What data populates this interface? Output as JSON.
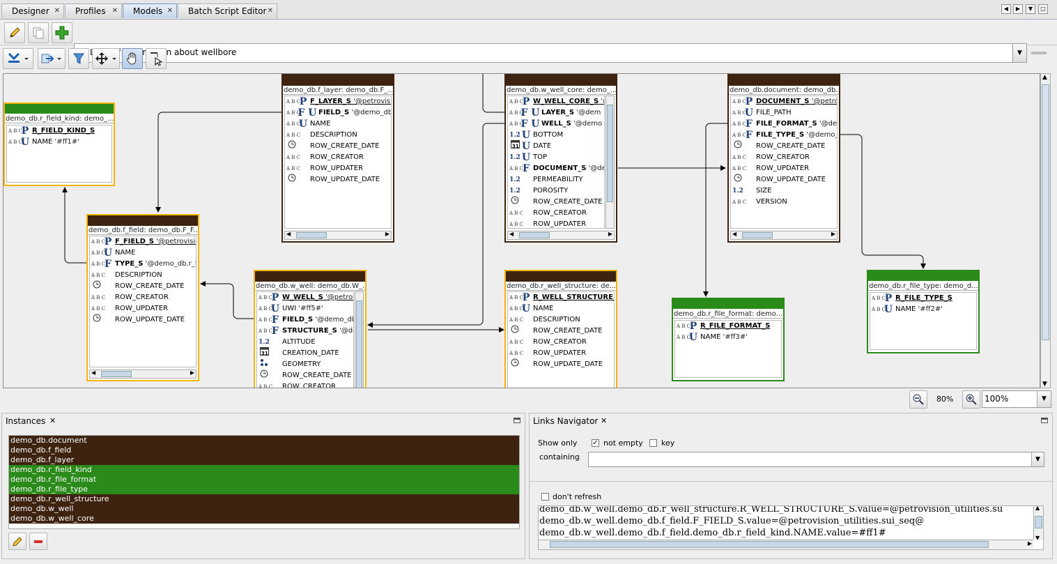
{
  "tabs": [
    {
      "label": "Designer"
    },
    {
      "label": "Profiles"
    },
    {
      "label": "Models"
    },
    {
      "label": "Batch Script Editor"
    }
  ],
  "model_selector": {
    "value": "Load of information about wellbore"
  },
  "entities": {
    "r_field_kind": {
      "title": "demo_db.r_field_kind: demo_...",
      "attrs": [
        {
          "t1": "ABC",
          "t2": "P",
          "name": "R_FIELD_KIND_S",
          "val": ""
        },
        {
          "t1": "ABC",
          "t2": "U",
          "name": "NAME",
          "val": "'#ff1#'"
        }
      ]
    },
    "f_layer": {
      "title": "demo_db.f_layer: demo_db.F_...",
      "attrs": [
        {
          "t1": "ABC",
          "t2": "P",
          "name": "F_LAYER_S",
          "val": "'@petrovisio"
        },
        {
          "t1": "ABC",
          "t2": "F U",
          "name": "FIELD_S",
          "val": "'@demo_db"
        },
        {
          "t1": "ABC",
          "t2": "U",
          "name": "NAME",
          "val": ""
        },
        {
          "t1": "ABC",
          "t2": "",
          "name": "DESCRIPTION",
          "val": ""
        },
        {
          "t1": "clock",
          "t2": "",
          "name": "ROW_CREATE_DATE",
          "val": ""
        },
        {
          "t1": "ABC",
          "t2": "",
          "name": "ROW_CREATOR",
          "val": ""
        },
        {
          "t1": "ABC",
          "t2": "",
          "name": "ROW_UPDATER",
          "val": ""
        },
        {
          "t1": "clock",
          "t2": "",
          "name": "ROW_UPDATE_DATE",
          "val": ""
        }
      ]
    },
    "w_well_core": {
      "title": "demo_db.w_well_core: demo_...",
      "attrs": [
        {
          "t1": "ABC",
          "t2": "P",
          "name": "W_WELL_CORE_S",
          "val": "'@"
        },
        {
          "t1": "ABC",
          "t2": "F U",
          "name": "LAYER_S",
          "val": "'@dem"
        },
        {
          "t1": "ABC",
          "t2": "F U",
          "name": "WELL_S",
          "val": "'@demo"
        },
        {
          "t1": "1.2",
          "t2": "U",
          "name": "BOTTOM",
          "val": ""
        },
        {
          "t1": "31",
          "t2": "U",
          "name": "DATE",
          "val": ""
        },
        {
          "t1": "1.2",
          "t2": "U",
          "name": "TOP",
          "val": ""
        },
        {
          "t1": "ABC",
          "t2": "F",
          "name": "DOCUMENT_S",
          "val": "'@dem"
        },
        {
          "t1": "1.2",
          "t2": "",
          "name": "PERMEABILITY",
          "val": ""
        },
        {
          "t1": "1.2",
          "t2": "",
          "name": "POROSITY",
          "val": ""
        },
        {
          "t1": "clock",
          "t2": "",
          "name": "ROW_CREATE_DATE",
          "val": ""
        },
        {
          "t1": "ABC",
          "t2": "",
          "name": "ROW_CREATOR",
          "val": ""
        },
        {
          "t1": "ABC",
          "t2": "",
          "name": "ROW_UPDATER",
          "val": ""
        }
      ]
    },
    "document": {
      "title": "demo_db.document: demo_db...",
      "attrs": [
        {
          "t1": "ABC",
          "t2": "P",
          "name": "DOCUMENT_S",
          "val": "'@petrov"
        },
        {
          "t1": "ABC",
          "t2": "U",
          "name": "FILE_PATH",
          "val": ""
        },
        {
          "t1": "ABC",
          "t2": "F",
          "name": "FILE_FORMAT_S",
          "val": "'@dem"
        },
        {
          "t1": "ABC",
          "t2": "F",
          "name": "FILE_TYPE_S",
          "val": "'@demo_d"
        },
        {
          "t1": "clock",
          "t2": "",
          "name": "ROW_CREATE_DATE",
          "val": ""
        },
        {
          "t1": "ABC",
          "t2": "",
          "name": "ROW_CREATOR",
          "val": ""
        },
        {
          "t1": "ABC",
          "t2": "",
          "name": "ROW_UPDATER",
          "val": ""
        },
        {
          "t1": "clock",
          "t2": "",
          "name": "ROW_UPDATE_DATE",
          "val": ""
        },
        {
          "t1": "1.2",
          "t2": "",
          "name": "SIZE",
          "val": ""
        },
        {
          "t1": "ABC",
          "t2": "",
          "name": "VERSION",
          "val": ""
        }
      ]
    },
    "f_field": {
      "title": "demo_db.f_field: demo_db.F_F...",
      "attrs": [
        {
          "t1": "ABC",
          "t2": "P",
          "name": "F_FIELD_S",
          "val": "'@petrovision"
        },
        {
          "t1": "ABC",
          "t2": "U",
          "name": "NAME",
          "val": ""
        },
        {
          "t1": "ABC",
          "t2": "F",
          "name": "TYPE_S",
          "val": "'@demo_db.r_fie"
        },
        {
          "t1": "ABC",
          "t2": "",
          "name": "DESCRIPTION",
          "val": ""
        },
        {
          "t1": "clock",
          "t2": "",
          "name": "ROW_CREATE_DATE",
          "val": ""
        },
        {
          "t1": "ABC",
          "t2": "",
          "name": "ROW_CREATOR",
          "val": ""
        },
        {
          "t1": "ABC",
          "t2": "",
          "name": "ROW_UPDATER",
          "val": ""
        },
        {
          "t1": "clock",
          "t2": "",
          "name": "ROW_UPDATE_DATE",
          "val": ""
        }
      ]
    },
    "w_well": {
      "title": "demo_db.w_well: demo_db.W_...",
      "attrs": [
        {
          "t1": "ABC",
          "t2": "P",
          "name": "W_WELL_S",
          "val": "'@petrov"
        },
        {
          "t1": "ABC",
          "t2": "U",
          "name": "UWI",
          "val": "'#ff5#'"
        },
        {
          "t1": "ABC",
          "t2": "F",
          "name": "FIELD_S",
          "val": "'@demo_db."
        },
        {
          "t1": "ABC",
          "t2": "F",
          "name": "STRUCTURE_S",
          "val": "'@den"
        },
        {
          "t1": "1.2",
          "t2": "",
          "name": "ALTITUDE",
          "val": ""
        },
        {
          "t1": "31",
          "t2": "",
          "name": "CREATION_DATE",
          "val": ""
        },
        {
          "t1": "geo",
          "t2": "",
          "name": "GEOMETRY",
          "val": ""
        },
        {
          "t1": "clock",
          "t2": "",
          "name": "ROW_CREATE_DATE",
          "val": ""
        },
        {
          "t1": "ABC",
          "t2": "",
          "name": "ROW_CREATOR",
          "val": ""
        }
      ]
    },
    "r_well_structure": {
      "title": "demo_db.r_well_structure: de...",
      "attrs": [
        {
          "t1": "ABC",
          "t2": "P",
          "name": "R_WELL_STRUCTURE_S",
          "val": ""
        },
        {
          "t1": "ABC",
          "t2": "U",
          "name": "NAME",
          "val": ""
        },
        {
          "t1": "ABC",
          "t2": "",
          "name": "DESCRIPTION",
          "val": ""
        },
        {
          "t1": "clock",
          "t2": "",
          "name": "ROW_CREATE_DATE",
          "val": ""
        },
        {
          "t1": "ABC",
          "t2": "",
          "name": "ROW_CREATOR",
          "val": ""
        },
        {
          "t1": "ABC",
          "t2": "",
          "name": "ROW_UPDATER",
          "val": ""
        },
        {
          "t1": "clock",
          "t2": "",
          "name": "ROW_UPDATE_DATE",
          "val": ""
        }
      ]
    },
    "r_file_format": {
      "title": "demo_db.r_file_format: demo...",
      "attrs": [
        {
          "t1": "ABC",
          "t2": "P",
          "name": "R_FILE_FORMAT_S",
          "val": ""
        },
        {
          "t1": "ABC",
          "t2": "U",
          "name": "NAME",
          "val": "'#ff3#'"
        }
      ]
    },
    "r_file_type": {
      "title": "demo_db.r_file_type: demo_d...",
      "attrs": [
        {
          "t1": "ABC",
          "t2": "P",
          "name": "R_FILE_TYPE_S",
          "val": ""
        },
        {
          "t1": "ABC",
          "t2": "U",
          "name": "NAME",
          "val": "'#ff2#'"
        }
      ]
    }
  },
  "zoom": {
    "label": "80%",
    "value": "100%"
  },
  "instances": {
    "title": "Instances",
    "items": [
      {
        "name": "demo_db.document",
        "color": "#3e2410"
      },
      {
        "name": "demo_db.f_field",
        "color": "#3e2410"
      },
      {
        "name": "demo_db.f_layer",
        "color": "#3e2410"
      },
      {
        "name": "demo_db.r_field_kind",
        "color": "#2a8a1a"
      },
      {
        "name": "demo_db.r_file_format",
        "color": "#2a8a1a"
      },
      {
        "name": "demo_db.r_file_type",
        "color": "#2a8a1a"
      },
      {
        "name": "demo_db.r_well_structure",
        "color": "#3e2410"
      },
      {
        "name": "demo_db.w_well",
        "color": "#3e2410"
      },
      {
        "name": "demo_db.w_well_core",
        "color": "#3e2410"
      }
    ]
  },
  "links": {
    "title": "Links Navigator",
    "show_only": "Show only",
    "not_empty": "not empty",
    "key": "key",
    "containing": "containing",
    "dont_refresh": "don't refresh",
    "lines": [
      "demo_db.w_well.demo_db.r_well_structure.R_WELL_STRUCTURE_S.value=@petrovision_utilities.su",
      "demo_db.w_well.demo_db.f_field.F_FIELD_S.value=@petrovision_utilities.sui_seq@",
      "demo_db.w_well.demo_db.f_field.demo_db.r_field_kind.NAME.value=#ff1#"
    ]
  },
  "colors": {
    "brown": "#3e2410",
    "green": "#2a8a1a",
    "yellow": "#f5b400"
  }
}
